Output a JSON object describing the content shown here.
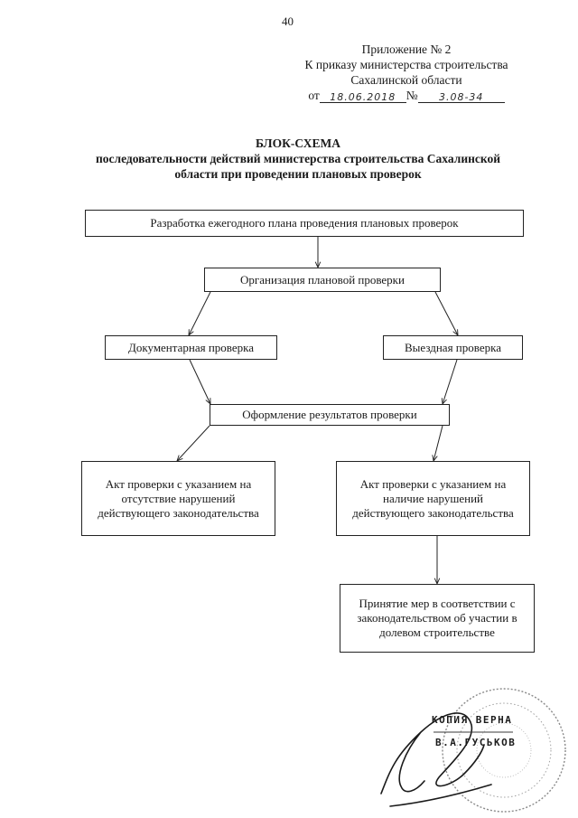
{
  "page_number": "40",
  "header": {
    "appendix": "Приложение № 2",
    "order_line": "К приказу министерства строительства",
    "region": "Сахалинской области",
    "from_label": "от",
    "date_value": "18.06.2018",
    "number_label": "№",
    "number_value": "3.08-34"
  },
  "title": {
    "heading": "БЛОК-СХЕМА",
    "subtitle_line1": "последовательности действий министерства строительства Сахалинской",
    "subtitle_line2": "области при проведении плановых проверок"
  },
  "flow": {
    "plan_development": "Разработка ежегодного плана проведения плановых проверок",
    "organization": "Организация плановой проверки",
    "documentary_check": "Документарная проверка",
    "onsite_check": "Выездная проверка",
    "results": "Оформление результатов проверки",
    "act_no_violations": "Акт проверки с указанием на отсутствие нарушений действующего законодательства",
    "act_violations": "Акт проверки с указанием на наличие нарушений действующего законодательства",
    "measures": "Принятие мер в соответствии с законодательством об участии в долевом строительстве"
  },
  "stamp": {
    "line1": "КОПИЯ ВЕРНА",
    "line2": "В.А.ГУСЬКОВ"
  }
}
